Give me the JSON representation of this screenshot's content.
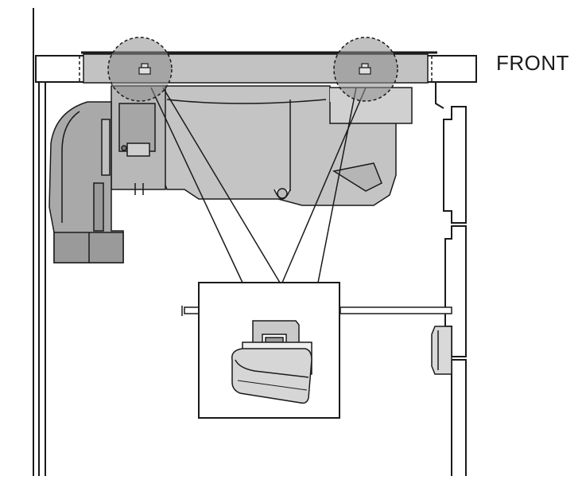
{
  "diagram": {
    "orientation_label": "FRONT",
    "colors": {
      "line": "#1a1a1a",
      "housing_fill": "#bdbdbd",
      "housing_dark": "#9c9c9c",
      "plate_fill": "#c8c8c8",
      "lens_fill": "#8a8a8a",
      "background": "#ffffff"
    },
    "parts": [
      "countertop",
      "cooktop-plate",
      "blower-housing",
      "duct-elbow",
      "mounting-clip-left",
      "mounting-clip-right",
      "magnified-clip-detail",
      "cabinet-wall",
      "cabinet-doors",
      "shelf-rail"
    ]
  }
}
